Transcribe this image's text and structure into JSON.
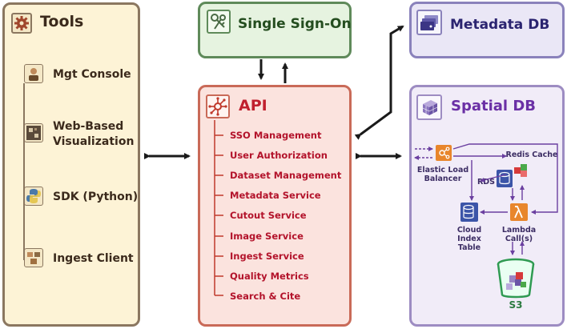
{
  "tools": {
    "title": "Tools",
    "items": [
      {
        "label": "Mgt Console"
      },
      {
        "label_line1": "Web-Based",
        "label_line2": "Visualization"
      },
      {
        "label": "SDK (Python)"
      },
      {
        "label": "Ingest Client"
      }
    ]
  },
  "sso": {
    "title": "Single Sign-On"
  },
  "metadata": {
    "title": "Metadata DB"
  },
  "api": {
    "title": "API",
    "items": [
      "SSO Management",
      "User Authorization",
      "Dataset Management",
      "Metadata Service",
      "Cutout Service",
      "Image Service",
      "Ingest Service",
      "Quality Metrics",
      "Search & Cite"
    ]
  },
  "spatial": {
    "title": "Spatial DB",
    "redis": "Redis Cache",
    "elb_line1": "Elastic Load",
    "elb_line2": "Balancer",
    "rds": "RDS",
    "cit_line1": "Cloud",
    "cit_line2": "Index",
    "cit_line3": "Table",
    "lambda_line1": "Lambda",
    "lambda_line2": "Call(s)",
    "s3": "S3"
  },
  "colors": {
    "tools_border": "#8b7760",
    "sso_border": "#5f8a5a",
    "api_border": "#c96a58",
    "api_text": "#b3132b",
    "meta_border": "#8a82bb",
    "spatial_title": "#6a2fa5"
  }
}
